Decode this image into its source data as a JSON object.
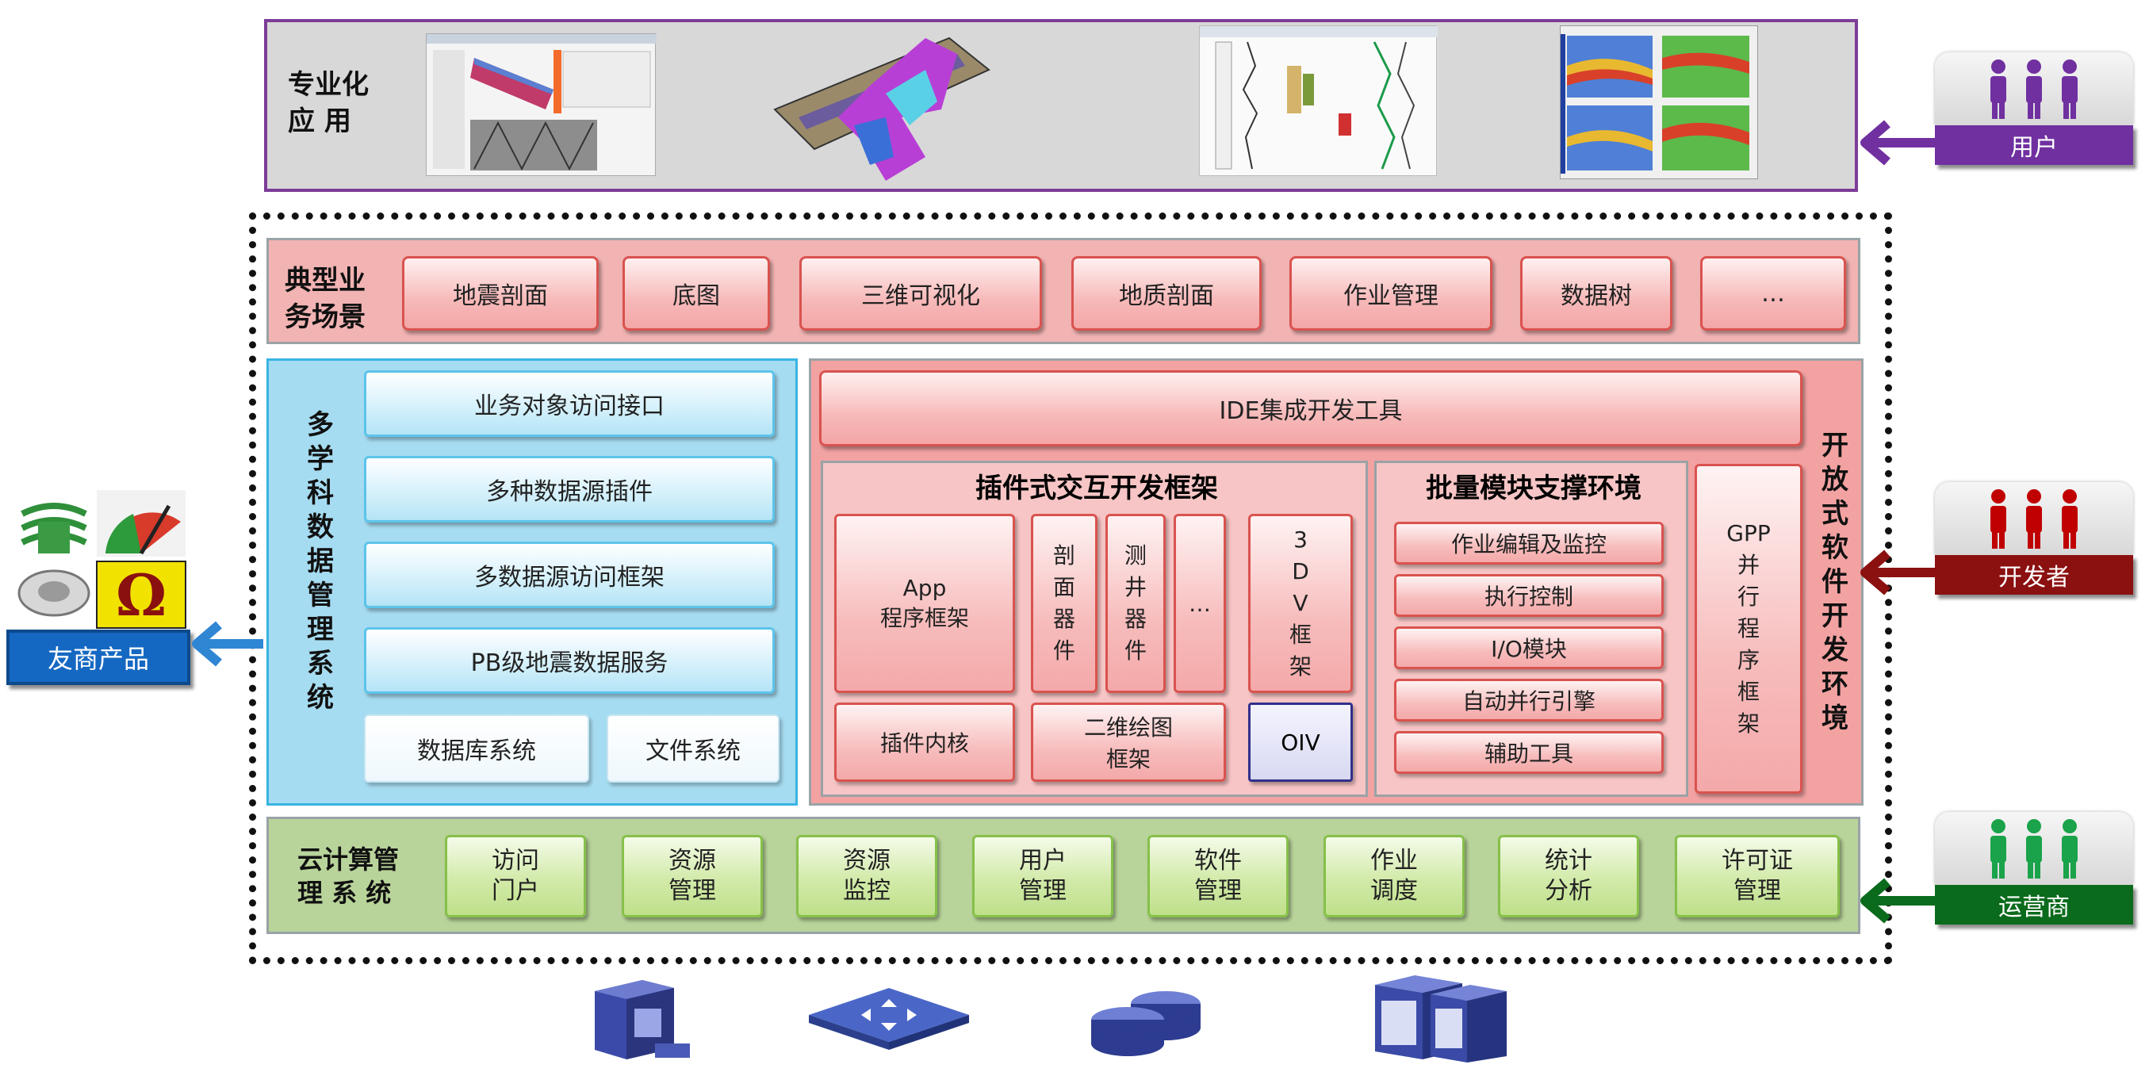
{
  "colors": {
    "user": "#7030a0",
    "developer": "#8b1010",
    "operator": "#0b6b1c",
    "partner": "#1568c2",
    "arrow_blue": "#2f86d3"
  },
  "applications": {
    "title_line1": "专业化",
    "title_line2": "应 用"
  },
  "business_scenes": {
    "title_line1": "典型业",
    "title_line2": "务场景",
    "items": [
      "地震剖面",
      "底图",
      "三维可视化",
      "地质剖面",
      "作业管理",
      "数据树",
      "…"
    ]
  },
  "data_management": {
    "title": "多学科数据管理系统",
    "items": [
      "业务对象访问接口",
      "多种数据源插件",
      "多数据源访问框架",
      "PB级地震数据服务"
    ],
    "storage": [
      "数据库系统",
      "文件系统"
    ]
  },
  "dev_env": {
    "title": "开放式软件开发环境",
    "ide": "IDE集成开发工具",
    "plugin_framework": {
      "title": "插件式交互开发框架",
      "app_line1": "App",
      "app_line2": "程序框架",
      "section_component": "剖面器件",
      "well_component": "测井器件",
      "ellipsis": "…",
      "framework_3dv": "3DV框架",
      "plugin_kernel": "插件内核",
      "draw2d_line1": "二维绘图",
      "draw2d_line2": "框架",
      "oiv": "OIV"
    },
    "batch": {
      "title": "批量模块支撑环境",
      "items": [
        "作业编辑及监控",
        "执行控制",
        "I/O模块",
        "自动并行引擎",
        "辅助工具"
      ]
    },
    "gpp_line1": "GPP",
    "gpp_line2": "并行程序框架"
  },
  "cloud": {
    "title_line1": "云计算管",
    "title_line2": "理 系 统",
    "items": [
      [
        "访问",
        "门户"
      ],
      [
        "资源",
        "管理"
      ],
      [
        "资源",
        "监控"
      ],
      [
        "用户",
        "管理"
      ],
      [
        "软件",
        "管理"
      ],
      [
        "作业",
        "调度"
      ],
      [
        "统计",
        "分析"
      ],
      [
        "许可证",
        "管理"
      ]
    ]
  },
  "actors": {
    "user": "用户",
    "developer": "开发者",
    "operator": "运营商",
    "partner": "友商产品"
  }
}
